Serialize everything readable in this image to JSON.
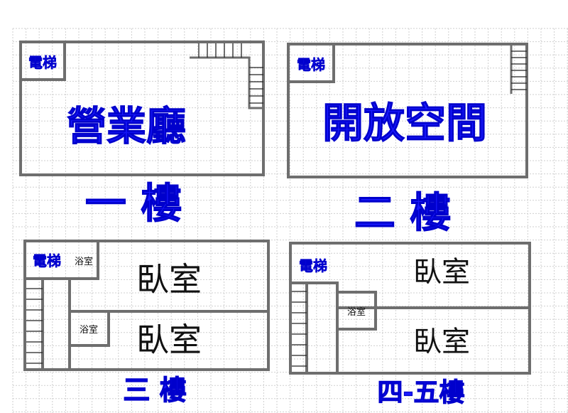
{
  "grid": {
    "line_color": "#cfcfcf",
    "background": "#ffffff"
  },
  "colors": {
    "wall": "#6e6e6e",
    "label_blue": "#1a1aff"
  },
  "floors": {
    "f1": {
      "floor_label": "一 樓",
      "main_label": "營業廳",
      "elevator": "電梯"
    },
    "f2": {
      "floor_label": "二 樓",
      "main_label": "開放空間",
      "elevator": "電梯"
    },
    "f3": {
      "floor_label": "三 樓",
      "elevator": "電梯",
      "bath_top": "浴室",
      "bath_mid": "浴室",
      "bedroom_top": "臥室",
      "bedroom_bottom": "臥室"
    },
    "f45": {
      "floor_label": "四-五樓",
      "elevator": "電梯",
      "bath": "浴室",
      "bedroom_top": "臥室",
      "bedroom_bottom": "臥室"
    }
  }
}
